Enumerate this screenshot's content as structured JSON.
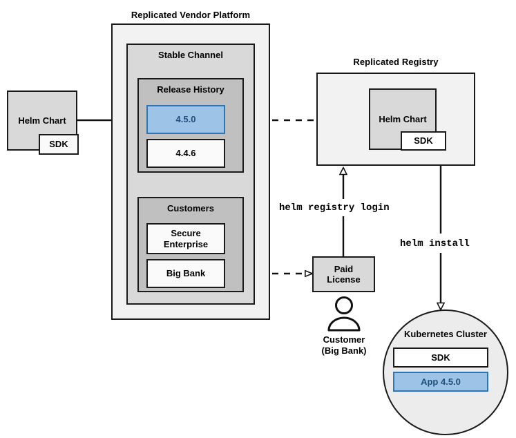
{
  "diagram": {
    "title_vendor_platform": "Replicated Vendor Platform",
    "title_registry": "Replicated Registry",
    "stable_channel": "Stable Channel",
    "release_history": "Release History",
    "customers": "Customers"
  },
  "source_chart": {
    "name": "Helm Chart",
    "sdk": "SDK"
  },
  "releases": [
    {
      "version": "4.5.0",
      "highlighted": true
    },
    {
      "version": "4.4.6",
      "highlighted": false
    }
  ],
  "customers": [
    {
      "name": "Secure Enterprise"
    },
    {
      "name": "Big Bank"
    }
  ],
  "registry": {
    "chart_name": "Helm Chart",
    "sdk": "SDK"
  },
  "license": {
    "label": "Paid License",
    "line1": "Paid",
    "line2": "License"
  },
  "customer_actor": {
    "line1": "Customer",
    "line2": "(Big Bank)"
  },
  "cluster": {
    "title": "Kubernetes Cluster",
    "items": [
      {
        "label": "SDK",
        "highlighted": false
      },
      {
        "label": "App 4.5.0",
        "highlighted": true
      }
    ]
  },
  "commands": {
    "registry_login": "helm registry login",
    "install": "helm install"
  },
  "colors": {
    "accent_blue_fill": "#9dc3e6",
    "accent_blue_stroke": "#2e75b6",
    "accent_blue_text": "#1f4e79",
    "stroke": "#1a1a1a",
    "platform_fill": "#f2f2f2",
    "channel_fill": "#d9d9d9",
    "group_fill": "#c0c0c0",
    "chart_fill": "#d9d9d9"
  }
}
